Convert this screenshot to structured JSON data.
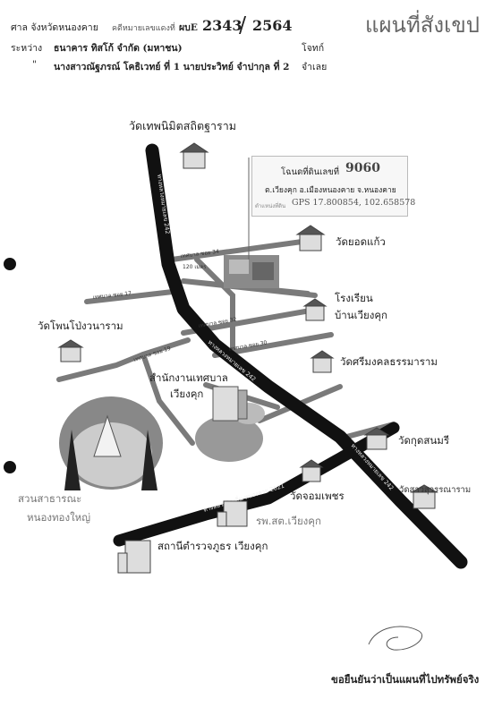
{
  "header": {
    "court": "ศาล จังหวัดหนองคาย",
    "case_prefix": "คดีหมายเลขแดงที่",
    "case_code": "ผบE",
    "case_no": "2343",
    "slash": "/",
    "case_year": "2564",
    "title": "แผนที่สังเขป",
    "between_label": "ระหว่าง",
    "plaintiff": "ธนาคาร ทิสโก้ จำกัด (มหาชน)",
    "plaintiff_role": "โจทก์",
    "defendants": "นางสาวณัฐภรณ์ โคธิเวทย์ ที่ 1  นายประวิทย์  จำปากุล  ที่ 2",
    "defendant_role": "จำเลย",
    "ditto": "\""
  },
  "info_box": {
    "deed_label": "โฉนดที่ดินเลขที่",
    "deed_no": "9060",
    "location": "ต.เวียงคุก  อ.เมืองหนองคาย  จ.หนองคาย",
    "gps_label": "ตำแหน่งที่ดิน",
    "gps": "GPS 17.800854, 102.658578"
  },
  "landmarks": {
    "wat_thep": "วัดเทพนิมิตสถิตฐาราม",
    "wat_yot": "วัดยอดแก้ว",
    "school_1": "โรงเรียน",
    "school_2": "บ้านเวียงคุก",
    "wat_phon": "วัดโพนโป่งวนาราม",
    "wat_sri": "วัดศรีมงคลธรรมาราม",
    "office_1": "สำนักงานเทศบาล",
    "office_2": "เวียงคุก",
    "wat_kut": "วัดกุดสนมรี",
    "wat_sao": "วัดสาวสุวรรณาราม",
    "wat_chom": "วัดจอมเพชร",
    "park_1": "สวนสาธารณะ",
    "park_2": "หนองทองใหญ่",
    "hospital": "รพ.สต.เวียงคุก",
    "police": "สถานีตำรวจภูธร เวียงคุก"
  },
  "roads": {
    "highway_1": "ทางหลวงหมายเลข 242",
    "highway_2": "ทางหลวงหมายเลข 242",
    "highway_3": "ทางหลวงหมายเลข 242",
    "local_road": "ทางหลวงท้องถิ่น หนองคาย 2021",
    "soi_34": "เทศบาล ซอย 34",
    "soi_17": "เทศบาล ซอย 17",
    "soi_32": "เทศบาล ซอย 32",
    "soi_19": "เทศบาล ซอย 19",
    "soi_30": "เทศบาล ซอย 30",
    "distance": "120 เมตร"
  },
  "footer": {
    "certify": "ขอยืนยันว่าเป็นแผนที่ไปทรัพย์จริง"
  },
  "colors": {
    "highway": "#111111",
    "minor_road": "#7a7a7a",
    "info_border": "#bbbbbb"
  }
}
